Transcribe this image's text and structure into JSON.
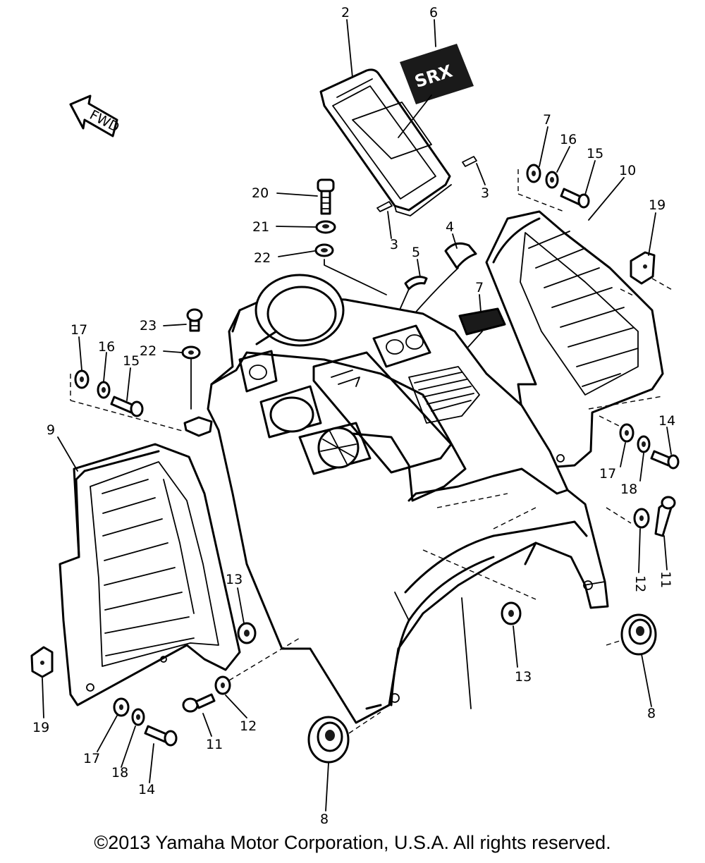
{
  "labels": {
    "l1": "2",
    "l2": "6",
    "l3": "3",
    "l4": "3",
    "l5": "7",
    "l6": "16",
    "l7": "15",
    "l8": "10",
    "l9": "19",
    "l10": "20",
    "l11": "21",
    "l12": "22",
    "l13": "4",
    "l14": "5",
    "l15": "7",
    "l16": "23",
    "l17": "22",
    "l18": "17",
    "l19": "16",
    "l20": "15",
    "l21": "9",
    "l22": "14",
    "l23": "17",
    "l24": "18",
    "l25": "12",
    "l26": "11",
    "l27": "13",
    "l28": "13",
    "l29": "8",
    "l30": "11",
    "l31": "12",
    "l32": "19",
    "l33": "17",
    "l34": "18",
    "l35": "14",
    "l36": "8"
  },
  "decals": {
    "side_cover_emblem": "SRX",
    "front_arrow": "FWD"
  },
  "copyright": "©2013 Yamaha Motor Corporation, U.S.A. All rights reserved."
}
